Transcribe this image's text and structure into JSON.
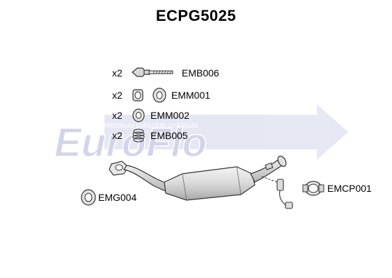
{
  "header": {
    "title": "ECPG5025"
  },
  "watermark": {
    "brand": "EuroFlo",
    "tagline": "PREMIUM EMISSION SYSTEMS"
  },
  "parts": [
    {
      "qty": "x2",
      "code": "EMB006"
    },
    {
      "qty": "x2",
      "code": "EMM001"
    },
    {
      "qty": "x2",
      "code": "EMM002"
    },
    {
      "qty": "x2",
      "code": "EMB005"
    },
    {
      "qty": "",
      "code": "EMG004"
    },
    {
      "qty": "",
      "code": "EMCP001"
    }
  ],
  "colors": {
    "watermark": "#c8cde6",
    "part_fill": "#e6e6e6",
    "part_stroke": "#333333"
  }
}
